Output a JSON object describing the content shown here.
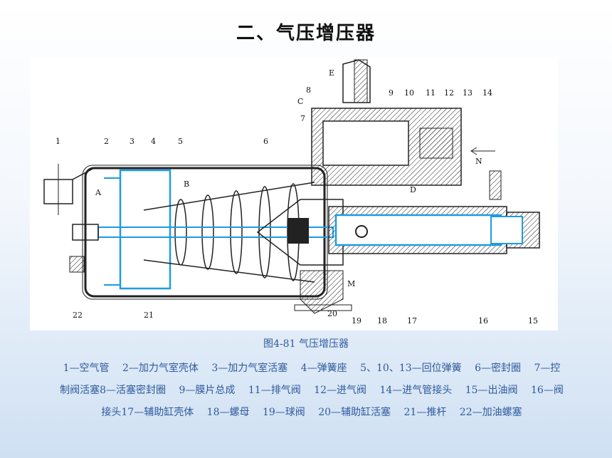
{
  "title": "二、气压增压器",
  "figure": {
    "caption": "图4-81    气压增压器",
    "callouts": [
      "1",
      "2",
      "3",
      "4",
      "5",
      "6",
      "7",
      "8",
      "9",
      "10",
      "11",
      "12",
      "13",
      "14",
      "15",
      "16",
      "17",
      "18",
      "19",
      "20",
      "21",
      "22"
    ],
    "letters": [
      "A",
      "B",
      "C",
      "D",
      "E",
      "M",
      "N"
    ]
  },
  "legend": {
    "lines": [
      [
        "1—空气管",
        "2—加力气室壳体",
        "3—加力气室活塞",
        "4—弹簧座",
        "5、10、13—回位弹簧",
        "6—密封圈",
        "7—控"
      ],
      [
        "制阀活塞8—活塞密封圈",
        "9—膜片总成",
        "11—排气阀",
        "12—进气阀",
        "14—进气管接头",
        "15—出油阀",
        "16—阀"
      ],
      [
        "接头17—辅助缸壳体",
        "18—螺母",
        "19—球阀",
        "20—辅助缸活塞",
        "21—推杆",
        "22—加油螺塞"
      ]
    ]
  },
  "colors": {
    "highlight": "#1e9be0",
    "caption": "#2e5a9c",
    "metal": "#222222"
  }
}
